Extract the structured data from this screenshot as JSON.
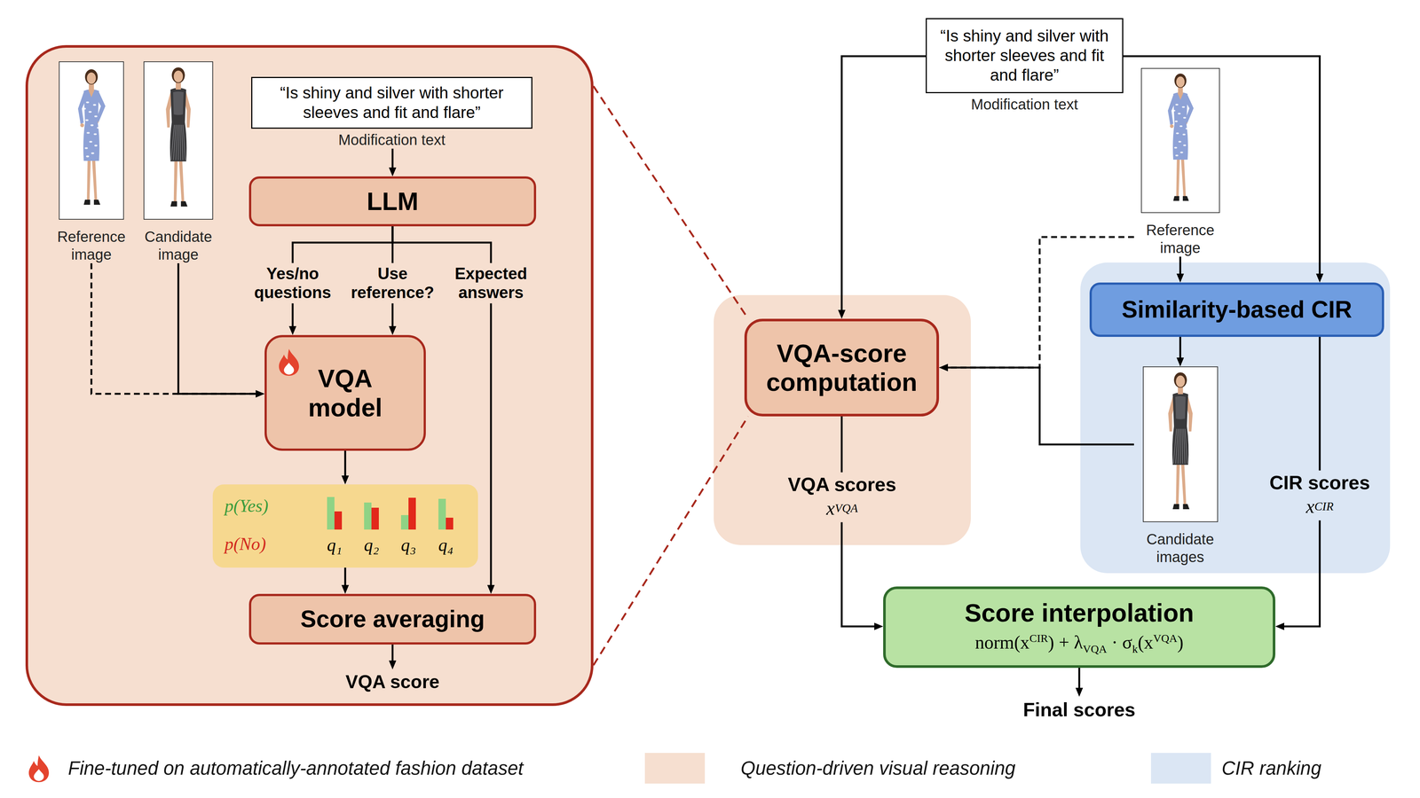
{
  "diagram": {
    "nodes": [
      {
        "text": []
      },
      {
        "text": [
          "Reference image"
        ],
        "in": 0
      },
      {
        "text": [
          "Candidate image"
        ],
        "in": 0
      },
      {
        "text": [
          "“Is shiny and silver with shorter sleeves and fit and flare”",
          "Modification text"
        ],
        "in": 0
      },
      {
        "text": [
          "LLM"
        ],
        "in": 0
      },
      {
        "text": [
          "VQA model"
        ],
        "in": 0
      },
      {
        "text": [
          "p(Yes)",
          "p(No)",
          "q₁",
          "q₂",
          "q₃",
          "q₄"
        ],
        "in": 0
      },
      {
        "text": [
          "Score averaging"
        ],
        "in": 0
      },
      {
        "text": [
          "“Is shiny and silver with shorter sleeves and fit and flare”",
          "Modification text"
        ]
      },
      {
        "text": [
          "Reference image"
        ]
      },
      {
        "text": []
      },
      {
        "text": [
          "VQA-score computation"
        ],
        "in": 10
      },
      {
        "text": []
      },
      {
        "text": [
          "Similarity-based CIR"
        ],
        "in": 12
      },
      {
        "text": [
          "Candidate images"
        ],
        "in": 12
      },
      {
        "text": [
          "Score interpolation",
          "norm(x",
          "CIR",
          ") + λ",
          "VQA",
          "· σ",
          "k",
          "(x",
          "VQA",
          ")"
        ]
      }
    ],
    "edges": [
      {
        "from": 1,
        "to": 5,
        "arrow": "to"
      },
      {
        "from": 2,
        "to": 5,
        "arrow": "to"
      },
      {
        "from": 3,
        "to": 4,
        "arrow": "to"
      },
      {
        "from": 4,
        "to": 5,
        "label": "Yes/no questions",
        "arrow": "to"
      },
      {
        "from": 4,
        "to": 5,
        "label": "Use reference?",
        "arrow": "to"
      },
      {
        "from": 4,
        "to": 7,
        "label": "Expected answers",
        "arrow": "to"
      },
      {
        "from": 5,
        "to": 6,
        "arrow": "to"
      },
      {
        "from": 6,
        "to": 7,
        "arrow": "to"
      },
      {
        "from": 0,
        "to": 11,
        "arrow": "none"
      },
      {
        "from": 0,
        "to": 11,
        "arrow": "none"
      },
      {
        "from": 8,
        "to": 11,
        "arrow": "to"
      },
      {
        "from": 8,
        "to": 13,
        "arrow": "to"
      },
      {
        "from": 9,
        "to": 13,
        "arrow": "to"
      },
      {
        "from": 9,
        "to": 11,
        "arrow": "to"
      },
      {
        "from": 13,
        "to": 14,
        "arrow": "to"
      },
      {
        "from": 14,
        "to": 11,
        "arrow": "to"
      },
      {
        "from": 13,
        "to": 15,
        "label": "CIR scores",
        "arrow": "to"
      },
      {
        "from": 11,
        "to": 15,
        "label": "VQA scores",
        "arrow": "to"
      }
    ],
    "labels": [
      "VQA score",
      "x",
      "VQA",
      "x",
      "CIR",
      "Final scores"
    ],
    "legend": [
      {
        "text": "Fine-tuned on automatically-annotated fashion dataset"
      },
      {
        "text": "Question-driven visual reasoning",
        "color": "#f6dfd0"
      },
      {
        "text": "CIR ranking",
        "color": "#dbe6f4"
      }
    ]
  }
}
